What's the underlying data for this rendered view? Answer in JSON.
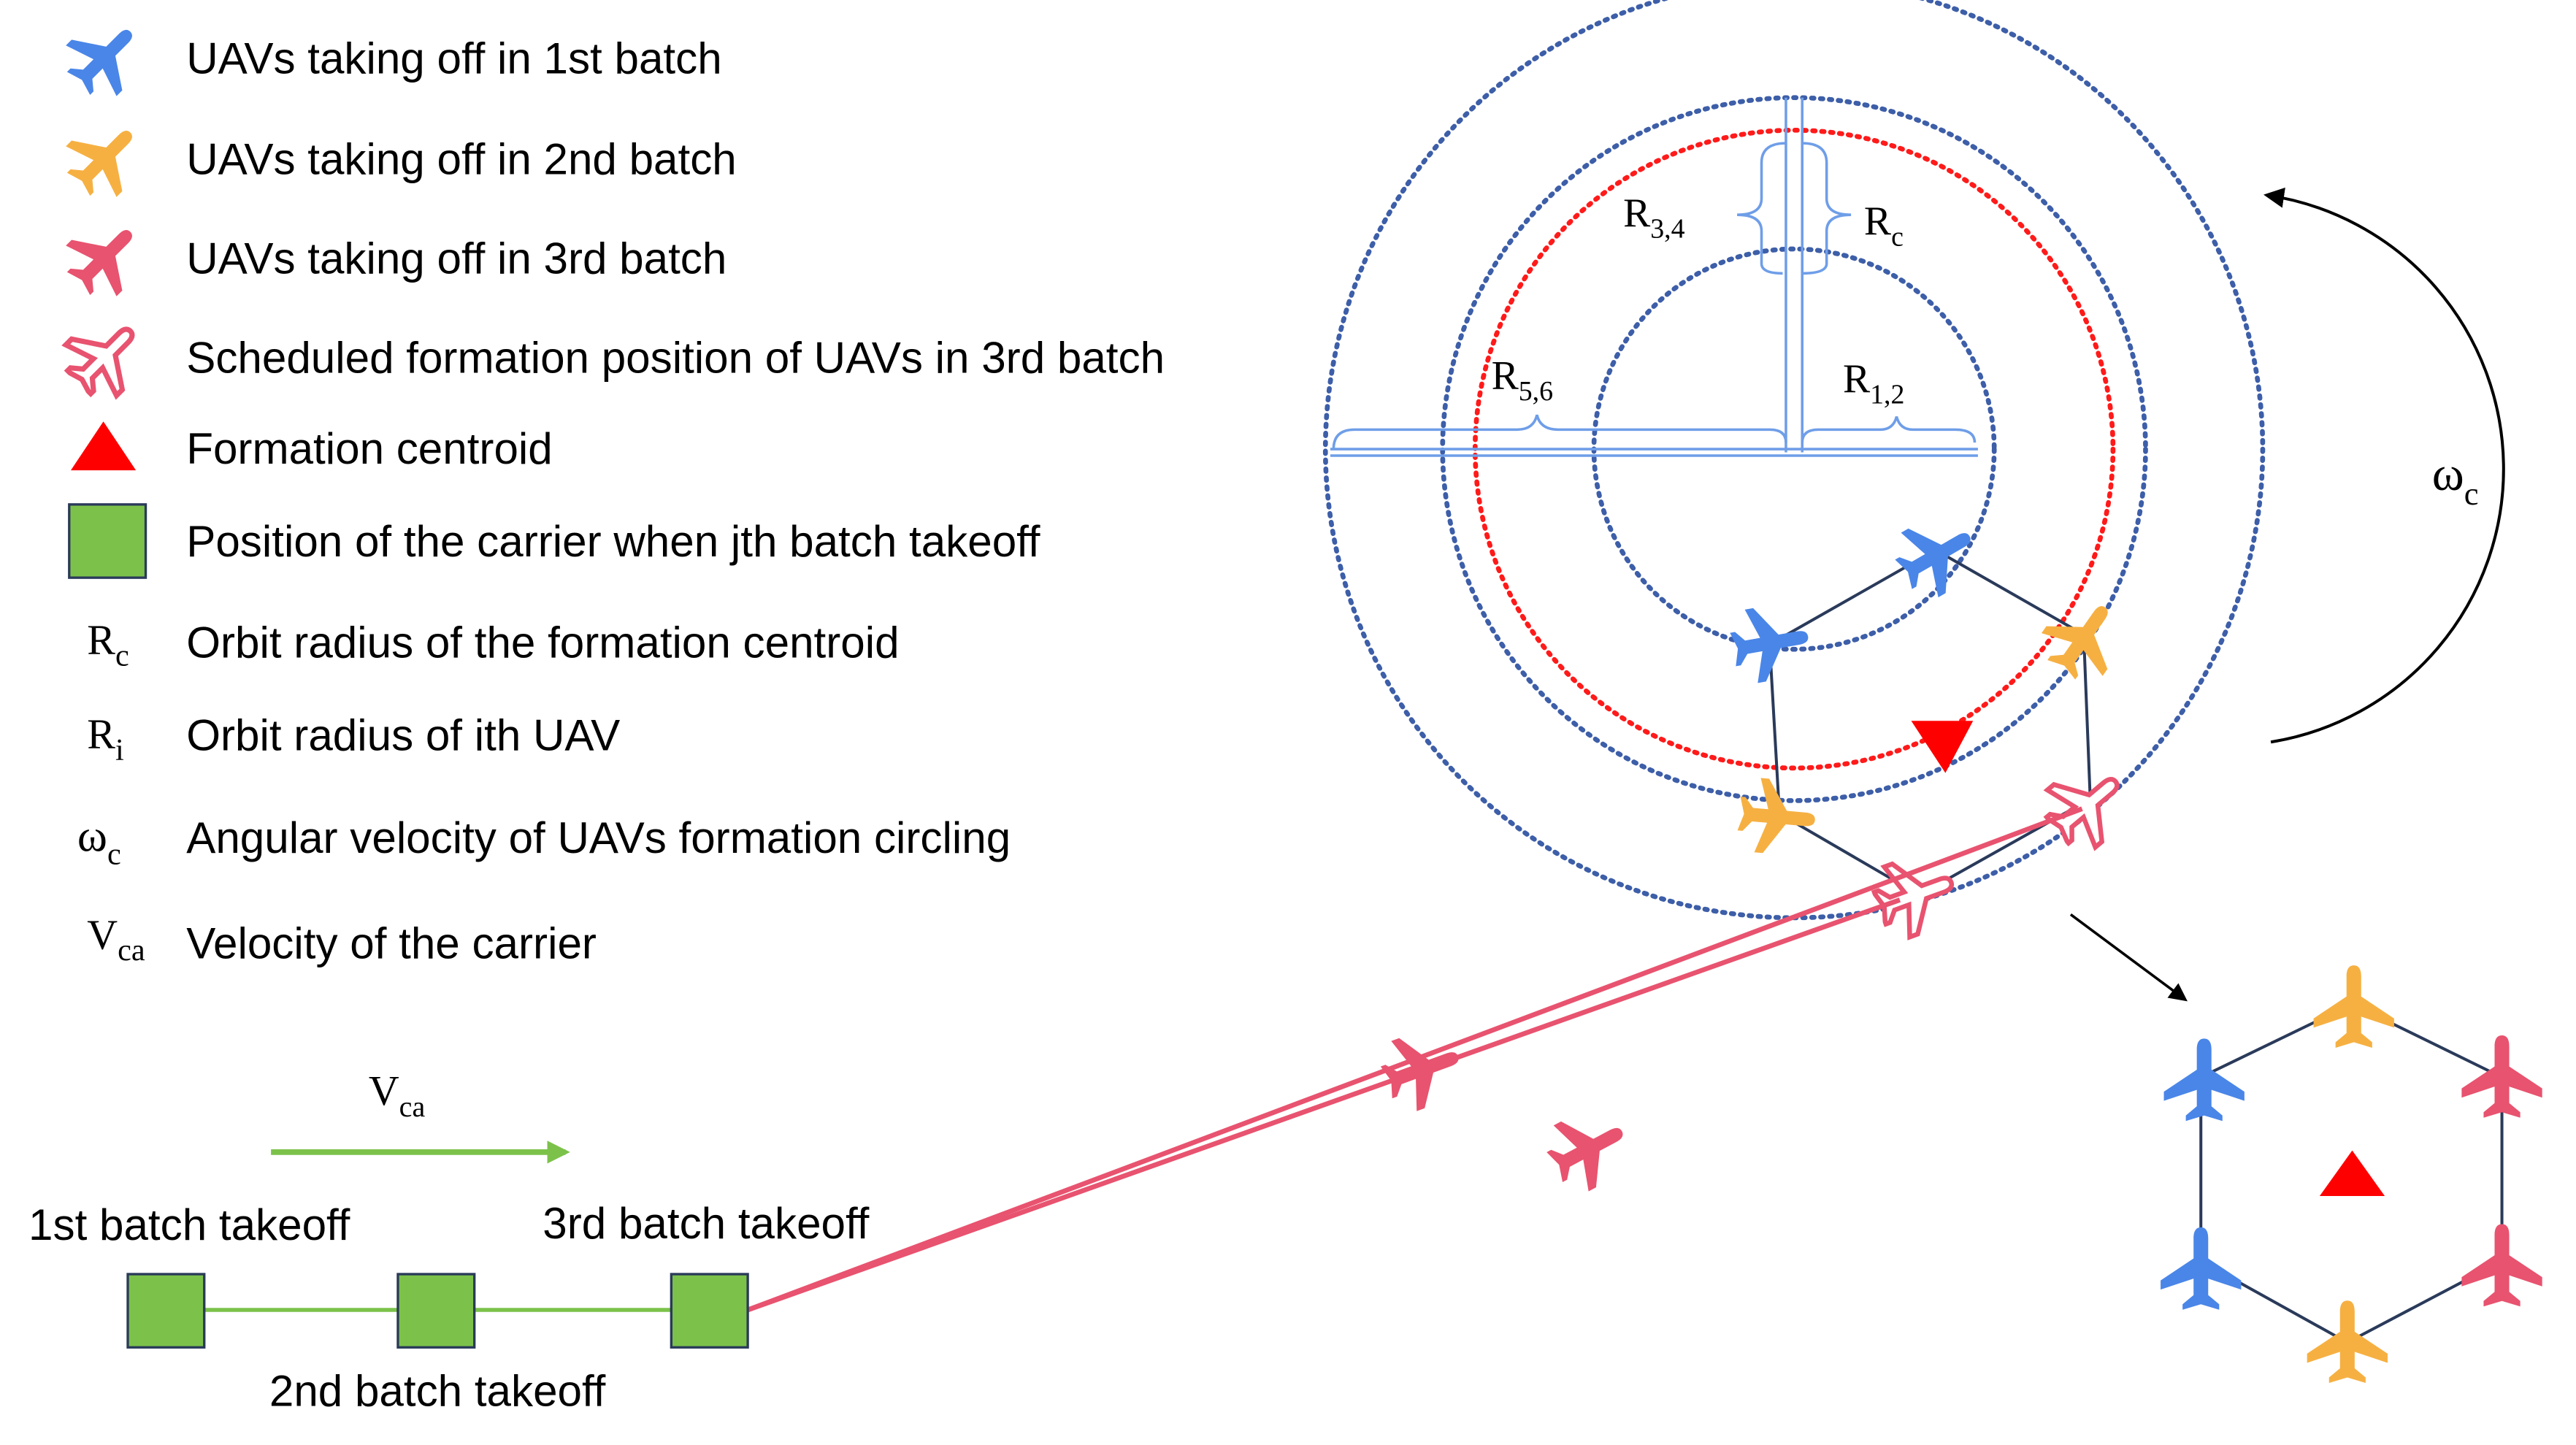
{
  "legend": [
    {
      "icon": "plane-blue-icon",
      "color": "#4a86e8",
      "text": "UAVs taking off in 1st batch"
    },
    {
      "icon": "plane-orange-icon",
      "color": "#f6b042",
      "text": "UAVs taking off in 2nd batch"
    },
    {
      "icon": "plane-red-icon",
      "color": "#e8536f",
      "text": "UAVs taking off in 3rd batch"
    },
    {
      "icon": "plane-outline-icon",
      "color": "#e8536f",
      "text": "Scheduled formation position of UAVs in 3rd batch"
    },
    {
      "icon": "triangle-icon",
      "color": "#ff0000",
      "text": "Formation centroid"
    },
    {
      "icon": "square-icon",
      "color": "#7cc24a",
      "text": "Position of the carrier when jth batch takeoff"
    },
    {
      "symbol": "R",
      "sub": "c",
      "text": "Orbit radius of the formation centroid"
    },
    {
      "symbol": "R",
      "sub": "i",
      "text": "Orbit radius of ith UAV"
    },
    {
      "symbol": "ω",
      "sub": "c",
      "text": "Angular velocity of UAVs formation circling"
    },
    {
      "symbol": "V",
      "sub": "ca",
      "text": "Velocity of the carrier"
    }
  ],
  "orbit_labels": {
    "r34": {
      "main": "R",
      "sub": "3,4"
    },
    "rc": {
      "main": "R",
      "sub": "c"
    },
    "r56": {
      "main": "R",
      "sub": "5,6"
    },
    "r12": {
      "main": "R",
      "sub": "1,2"
    },
    "omega": {
      "main": "ω",
      "sub": "c"
    }
  },
  "carrier": {
    "velocity": {
      "main": "V",
      "sub": "ca"
    },
    "batch1": "1st batch takeoff",
    "batch2": "2nd batch takeoff",
    "batch3": "3rd batch takeoff"
  },
  "colors": {
    "blue": "#4a86e8",
    "orange": "#f6b042",
    "red": "#e8536f",
    "green": "#7cc24a",
    "orbit_blue": "#3d5ea8",
    "orbit_red": "#ff1a1a"
  }
}
